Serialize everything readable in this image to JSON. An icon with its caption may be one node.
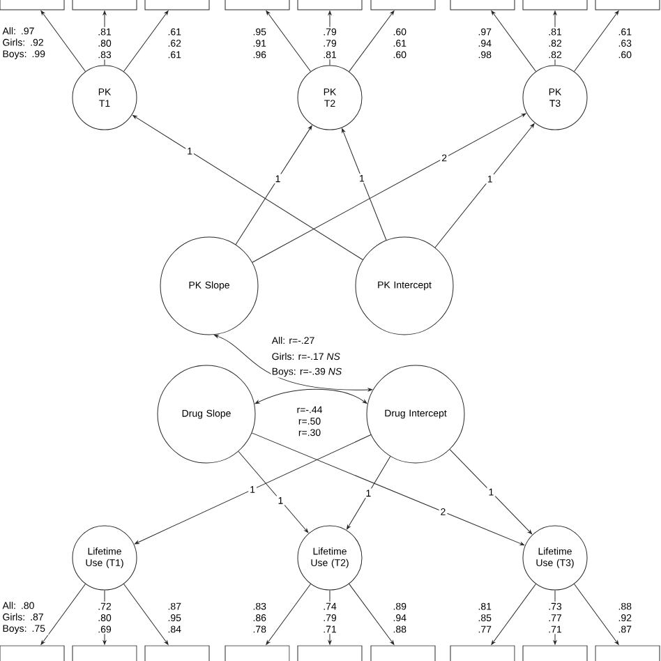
{
  "diagram": {
    "nodes": [
      {
        "text": [],
        "shape": "box"
      },
      {
        "text": [],
        "shape": "box"
      },
      {
        "text": [],
        "shape": "box"
      },
      {
        "text": [],
        "shape": "box"
      },
      {
        "text": [],
        "shape": "box"
      },
      {
        "text": [],
        "shape": "box"
      },
      {
        "text": [],
        "shape": "box"
      },
      {
        "text": [],
        "shape": "box"
      },
      {
        "text": [],
        "shape": "box"
      },
      {
        "text": [
          "PK T1"
        ]
      },
      {
        "text": [
          "PK T2"
        ]
      },
      {
        "text": [
          "PK T3"
        ]
      },
      {
        "text": [
          "PK Slope"
        ]
      },
      {
        "text": [
          "PK Intercept"
        ]
      },
      {
        "text": [
          "Drug Slope"
        ]
      },
      {
        "text": [
          "Drug Intercept"
        ]
      },
      {
        "text": [
          "Lifetime Use (T1)"
        ]
      },
      {
        "text": [
          "Lifetime Use (T2)"
        ]
      },
      {
        "text": [
          "Lifetime Use (T3)"
        ]
      },
      {
        "text": [],
        "shape": "box"
      },
      {
        "text": [],
        "shape": "box"
      },
      {
        "text": [],
        "shape": "box"
      },
      {
        "text": [],
        "shape": "box"
      },
      {
        "text": [],
        "shape": "box"
      },
      {
        "text": [],
        "shape": "box"
      },
      {
        "text": [],
        "shape": "box"
      },
      {
        "text": [],
        "shape": "box"
      },
      {
        "text": [],
        "shape": "box"
      }
    ],
    "edges": [
      {
        "from": 9,
        "to": 0,
        "arrow": "to",
        "label": "All: .97 Girls: .92 Boys: .99"
      },
      {
        "from": 9,
        "to": 1,
        "arrow": "to",
        "label": ".81 .80 .83"
      },
      {
        "from": 9,
        "to": 2,
        "arrow": "to",
        "label": ".61 .62 .61"
      },
      {
        "from": 10,
        "to": 3,
        "arrow": "to",
        "label": ".95 .91 .96"
      },
      {
        "from": 10,
        "to": 4,
        "arrow": "to",
        "label": ".79 .79 .81"
      },
      {
        "from": 10,
        "to": 5,
        "arrow": "to",
        "label": ".60 .61 .60"
      },
      {
        "from": 11,
        "to": 6,
        "arrow": "to",
        "label": ".97 .94 .98"
      },
      {
        "from": 11,
        "to": 7,
        "arrow": "to",
        "label": ".81 .82 .82"
      },
      {
        "from": 11,
        "to": 8,
        "arrow": "to",
        "label": ".61 .63 .60"
      },
      {
        "from": 13,
        "to": 9,
        "arrow": "to",
        "label": "1"
      },
      {
        "from": 12,
        "to": 10,
        "arrow": "to",
        "label": "1"
      },
      {
        "from": 13,
        "to": 10,
        "arrow": "to",
        "label": "1"
      },
      {
        "from": 12,
        "to": 11,
        "arrow": "to",
        "label": "2"
      },
      {
        "from": 13,
        "to": 11,
        "arrow": "to",
        "label": "1"
      },
      {
        "from": 12,
        "to": 15,
        "arrow": "both"
      },
      {
        "from": 14,
        "to": 15,
        "arrow": "both",
        "label": "r=-.44 r=.50 r=.30"
      },
      {
        "from": 15,
        "to": 16,
        "arrow": "to",
        "label": "1"
      },
      {
        "from": 14,
        "to": 17,
        "arrow": "to",
        "label": "1"
      },
      {
        "from": 15,
        "to": 17,
        "arrow": "to",
        "label": "1"
      },
      {
        "from": 14,
        "to": 18,
        "arrow": "to",
        "label": "2"
      },
      {
        "from": 15,
        "to": 18,
        "arrow": "to",
        "label": "1"
      },
      {
        "from": 16,
        "to": 19,
        "arrow": "to",
        "label": "All: .80 Girls: .87 Boys: .75"
      },
      {
        "from": 16,
        "to": 20,
        "arrow": "to",
        "label": ".72 .80 .69"
      },
      {
        "from": 16,
        "to": 21,
        "arrow": "to",
        "label": ".87 .95 .84"
      },
      {
        "from": 17,
        "to": 22,
        "arrow": "to",
        "label": ".83 .86 .78"
      },
      {
        "from": 17,
        "to": 23,
        "arrow": "to",
        "label": ".74 .79 .71"
      },
      {
        "from": 17,
        "to": 24,
        "arrow": "to",
        "label": ".89 .94 .88"
      },
      {
        "from": 18,
        "to": 25,
        "arrow": "to",
        "label": ".81 .85 .77"
      },
      {
        "from": 18,
        "to": 26,
        "arrow": "to",
        "label": ".73 .77 .71"
      },
      {
        "from": 18,
        "to": 27,
        "arrow": "to",
        "label": ".88 .92 .87"
      }
    ],
    "labels": [
      "All: r=-.27",
      "Girls: r=-.17 *NS*",
      "Boys: r=-.39 *NS*"
    ]
  }
}
